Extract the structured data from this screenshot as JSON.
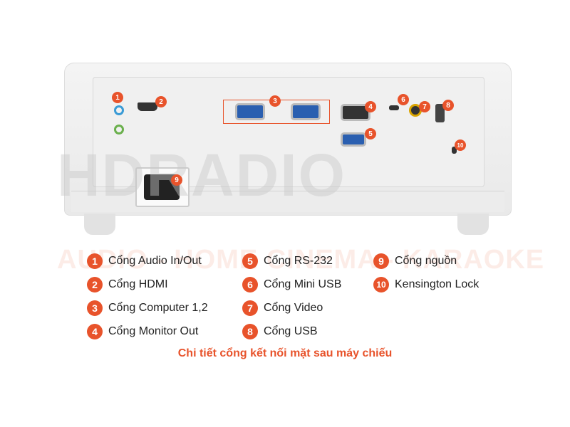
{
  "watermark": {
    "main": "HDRADIO",
    "sub": "AUDIO - HOME CINEMA - KARAOKE"
  },
  "markers": [
    "1",
    "2",
    "3",
    "4",
    "5",
    "6",
    "7",
    "8",
    "9",
    "10"
  ],
  "legend": [
    {
      "num": "1",
      "label": "Cổng Audio In/Out"
    },
    {
      "num": "2",
      "label": "Cổng HDMI"
    },
    {
      "num": "3",
      "label": "Cổng Computer 1,2"
    },
    {
      "num": "4",
      "label": "Cổng Monitor Out"
    },
    {
      "num": "5",
      "label": "Cổng RS-232"
    },
    {
      "num": "6",
      "label": "Cổng Mini USB"
    },
    {
      "num": "7",
      "label": "Cổng Video"
    },
    {
      "num": "8",
      "label": "Cổng USB"
    },
    {
      "num": "9",
      "label": "Cổng nguồn"
    },
    {
      "num": "10",
      "label": "Kensington Lock"
    }
  ],
  "caption": "Chi tiết cổng kết nối mặt sau máy chiếu",
  "colors": {
    "accent": "#e8532b"
  }
}
